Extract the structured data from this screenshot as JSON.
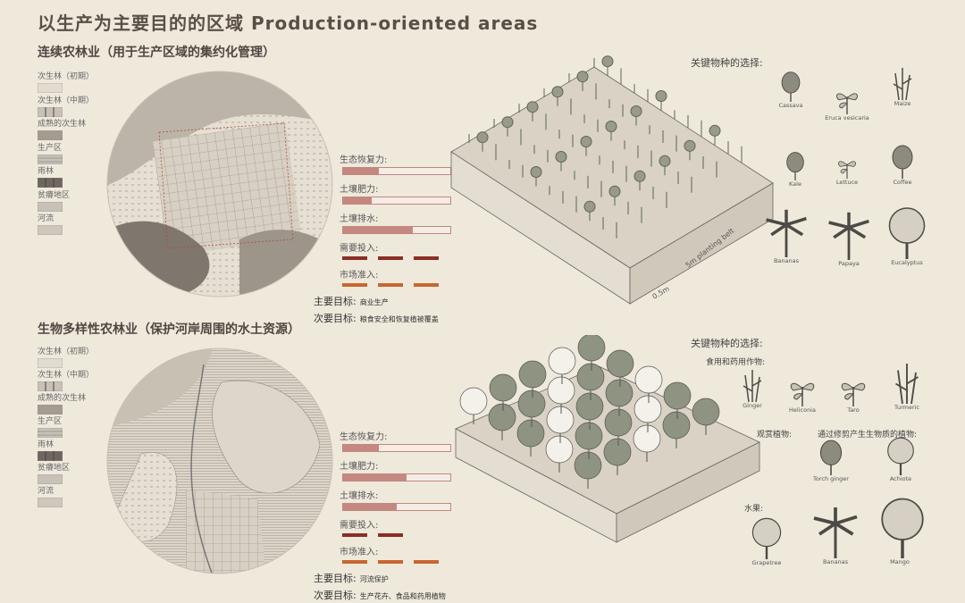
{
  "title": "以生产为主要目的的区域  Production-oriented areas",
  "legend": [
    "次生林（初期）",
    "次生林（中期）",
    "成熟的次生林",
    "生产区",
    "雨林",
    "贫瘠地区",
    "河流"
  ],
  "colors": {
    "bar_fill": "#c58880",
    "input": "#8b2e23",
    "market": "#c8662e",
    "ink": "#4a4540"
  },
  "sections": [
    {
      "subtitle": "连续农林业（用于生产区域的集约化管理）",
      "metrics": [
        {
          "label": "生态恢复力:",
          "value": 33
        },
        {
          "label": "土壤肥力:",
          "value": 27
        },
        {
          "label": "土壤排水:",
          "value": 65
        }
      ],
      "input": {
        "label": "需要投入:",
        "level": 3,
        "max": 3
      },
      "market": {
        "label": "市场准入:",
        "level": 3,
        "max": 3
      },
      "primary": {
        "label": "主要目标:",
        "value": "商业生产"
      },
      "secondary": {
        "label": "次要目标:",
        "value": "粮食安全和恢复植被覆盖"
      },
      "annotations": [
        "5m planting belt",
        "0.5m"
      ],
      "species_title": "关键物种的选择:",
      "species": [
        {
          "name": "Cassava",
          "icon": "shrub-icon"
        },
        {
          "name": "Eruca vesicaria",
          "icon": "herb-icon"
        },
        {
          "name": "Maize",
          "icon": "grass-icon"
        },
        {
          "name": "Kale",
          "icon": "shrub-icon"
        },
        {
          "name": "Lettuce",
          "icon": "herb-icon"
        },
        {
          "name": "Coffee",
          "icon": "shrub-icon"
        },
        {
          "name": "Bananas",
          "icon": "palm-icon"
        },
        {
          "name": "Papaya",
          "icon": "palm-icon"
        },
        {
          "name": "Eucalyptus",
          "icon": "tree-icon"
        }
      ]
    },
    {
      "subtitle": "生物多样性农林业（保护河岸周围的水土资源）",
      "metrics": [
        {
          "label": "生态恢复力:",
          "value": 33
        },
        {
          "label": "土壤肥力:",
          "value": 59
        },
        {
          "label": "土壤排水:",
          "value": 50
        }
      ],
      "input": {
        "label": "需要投入:",
        "level": 2,
        "max": 3
      },
      "market": {
        "label": "市场准入:",
        "level": 3,
        "max": 3
      },
      "primary": {
        "label": "主要目标:",
        "value": "河流保护"
      },
      "secondary": {
        "label": "次要目标:",
        "value": "生产花卉、食品和药用植物"
      },
      "species_title": "关键物种的选择:",
      "categories": [
        "食用和药用作物:",
        "观赏植物:",
        "通过修剪产生生物质的植物:",
        "水果:"
      ],
      "species": [
        {
          "name": "Ginger",
          "icon": "grass-icon"
        },
        {
          "name": "Heliconia",
          "icon": "herb-icon"
        },
        {
          "name": "Taro",
          "icon": "herb-icon"
        },
        {
          "name": "Turmeric",
          "icon": "grass-icon"
        },
        {
          "name": "Torch ginger",
          "icon": "shrub-icon"
        },
        {
          "name": "Achiote",
          "icon": "tree-icon"
        },
        {
          "name": "Grapetree",
          "icon": "tree-icon"
        },
        {
          "name": "Bananas",
          "icon": "palm-icon"
        },
        {
          "name": "Mango",
          "icon": "tree-icon"
        }
      ]
    }
  ]
}
